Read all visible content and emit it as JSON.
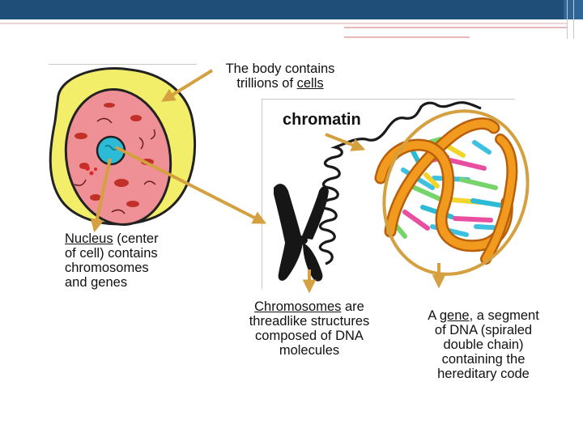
{
  "labels": {
    "body": {
      "line1": "The body contains",
      "line2_pre": "trillions of ",
      "line2_term": "cells"
    },
    "chromatin": "chromatin",
    "nucleus": {
      "term": "Nucleus",
      "line1_post": " (center",
      "line2": "of cell) contains",
      "line3": "chromosomes",
      "line4": "and genes"
    },
    "chromosomes": {
      "term": "Chromosomes",
      "line1_post": " are",
      "line2": "threadlike structures",
      "line3": "composed of DNA",
      "line4": "molecules"
    },
    "gene": {
      "line1_pre": "A ",
      "term": "gene",
      "line1_post": ", a segment",
      "line2": "of DNA (spiraled",
      "line3": "double chain)",
      "line4": "containing the",
      "line5": "hereditary code"
    }
  },
  "colors": {
    "header": "#1f4e79",
    "arrow": "#d4a040",
    "cytoplasm": "#f3ee6a",
    "cell_body": "#ef8f96",
    "nucleus": "#2bbbd6",
    "helix": "#f29a1e"
  }
}
